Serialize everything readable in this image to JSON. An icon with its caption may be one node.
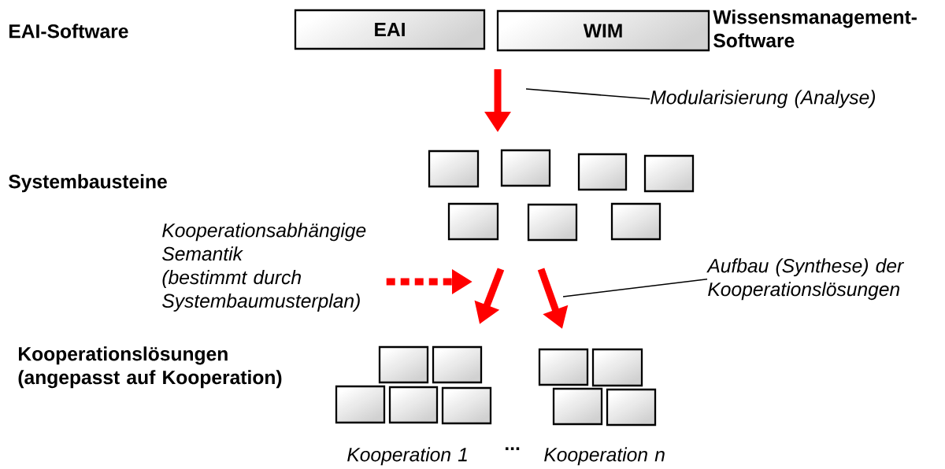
{
  "diagram": {
    "nodes": [
      {
        "text": [
          "EAI"
        ]
      },
      {
        "text": [
          "WIM"
        ]
      },
      {
        "text": [
          "Modularisierung (Analyse)"
        ]
      },
      {
        "text": [],
        "shape": "box"
      },
      {
        "text": [],
        "shape": "box"
      },
      {
        "text": [],
        "shape": "box"
      },
      {
        "text": [],
        "shape": "box"
      },
      {
        "text": [],
        "shape": "box"
      },
      {
        "text": [],
        "shape": "box"
      },
      {
        "text": [],
        "shape": "box"
      },
      {
        "text": [
          "Kooperationsabhängige Semantik (bestimmt durch Systembaumusterplan)"
        ]
      },
      {
        "text": [
          "Aufbau (Synthese) der Kooperationslösungen"
        ]
      },
      {
        "text": [],
        "shape": "box"
      },
      {
        "text": [],
        "shape": "box"
      },
      {
        "text": [],
        "shape": "box"
      },
      {
        "text": [],
        "shape": "box"
      },
      {
        "text": [],
        "shape": "box"
      },
      {
        "text": [],
        "shape": "box"
      },
      {
        "text": [],
        "shape": "box"
      },
      {
        "text": [],
        "shape": "box"
      },
      {
        "text": [],
        "shape": "box"
      }
    ],
    "edges": [
      {
        "from": 2,
        "to": null,
        "arrow": "none"
      },
      {
        "from": 10,
        "to": null,
        "arrow": "to",
        "style": "dashed",
        "color": "#ff0000"
      },
      {
        "from": 11,
        "to": null,
        "arrow": "none"
      }
    ],
    "labels": [
      "EAI-Software",
      "Wissensmanagement-Software",
      "Systembausteine",
      "Kooperationslösungen (angepasst auf Kooperation)",
      "Kooperation 1",
      "...",
      "Kooperation n"
    ]
  }
}
